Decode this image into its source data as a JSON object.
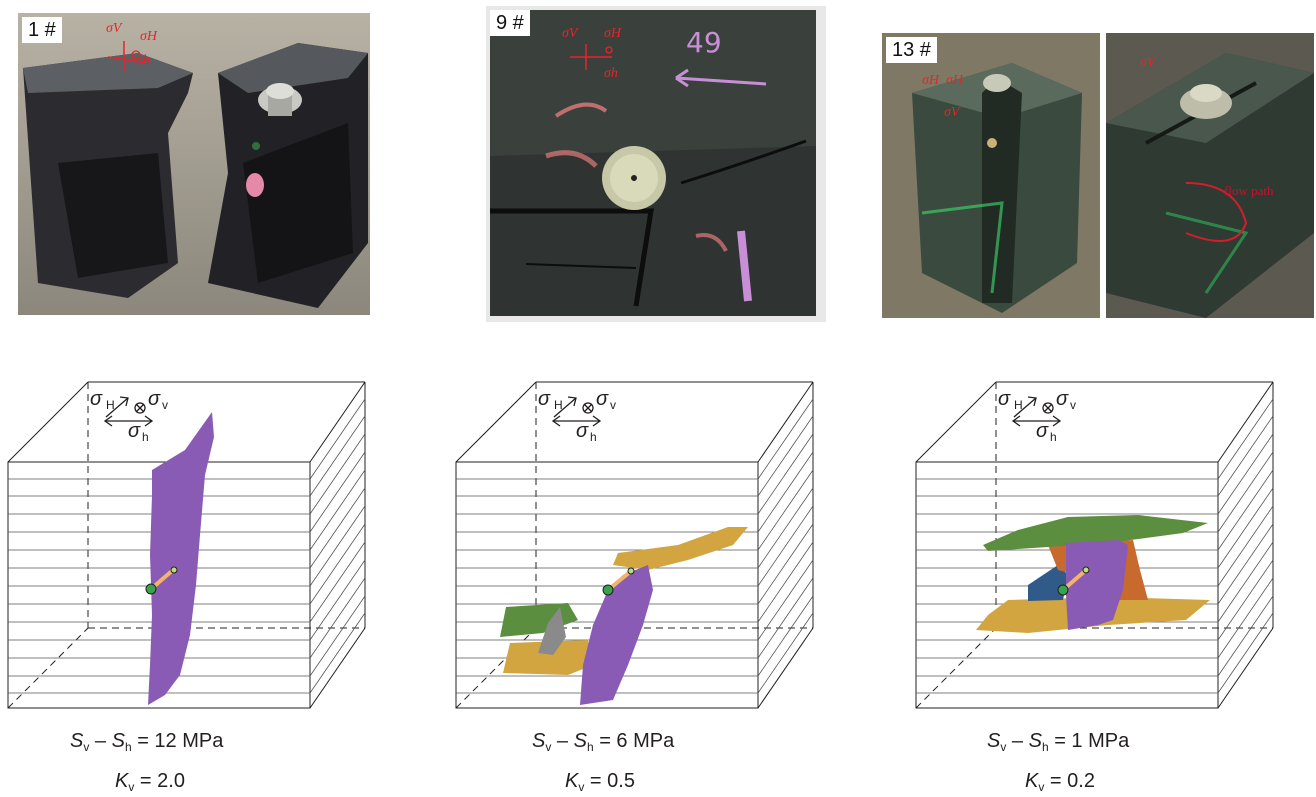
{
  "photos": [
    {
      "label": "1 #",
      "annotations": [
        "σV",
        "σH",
        "σh"
      ]
    },
    {
      "label": "9 #",
      "annotations": [
        "σV",
        "σH",
        "σh"
      ],
      "chalk_text": "49"
    },
    {
      "label": "13 #",
      "annotations": [
        "σH",
        "σH",
        "σV"
      ],
      "annotations_right": [
        "σV"
      ],
      "flow_text": "flow path"
    }
  ],
  "models": [
    {
      "axes": {
        "sigma": "σ",
        "H": "H",
        "h": "h",
        "v": "v",
        "cross": "⊗"
      },
      "stress_diff": {
        "S": "S",
        "v": "v",
        "h": "h",
        "text": "= 12 MPa",
        "minus": "–"
      },
      "kv": {
        "K": "K",
        "v": "v",
        "text": "= 2.0"
      }
    },
    {
      "axes": {
        "sigma": "σ",
        "H": "H",
        "h": "h",
        "v": "v",
        "cross": "⊗"
      },
      "stress_diff": {
        "S": "S",
        "v": "v",
        "h": "h",
        "text": "= 6 MPa",
        "minus": "–"
      },
      "kv": {
        "K": "K",
        "v": "v",
        "text": "= 0.5"
      }
    },
    {
      "axes": {
        "sigma": "σ",
        "H": "H",
        "h": "h",
        "v": "v",
        "cross": "⊗"
      },
      "stress_diff": {
        "S": "S",
        "v": "v",
        "h": "h",
        "text": "= 1 MPa",
        "minus": "–"
      },
      "kv": {
        "K": "K",
        "v": "v",
        "text": "= 0.2"
      }
    }
  ],
  "colors": {
    "purple": "#8a5bb5",
    "green": "#5b8e3e",
    "gold": "#d2a540",
    "orange": "#c8692e",
    "blue": "#2f5a8a",
    "gray": "#8a8a8a"
  }
}
